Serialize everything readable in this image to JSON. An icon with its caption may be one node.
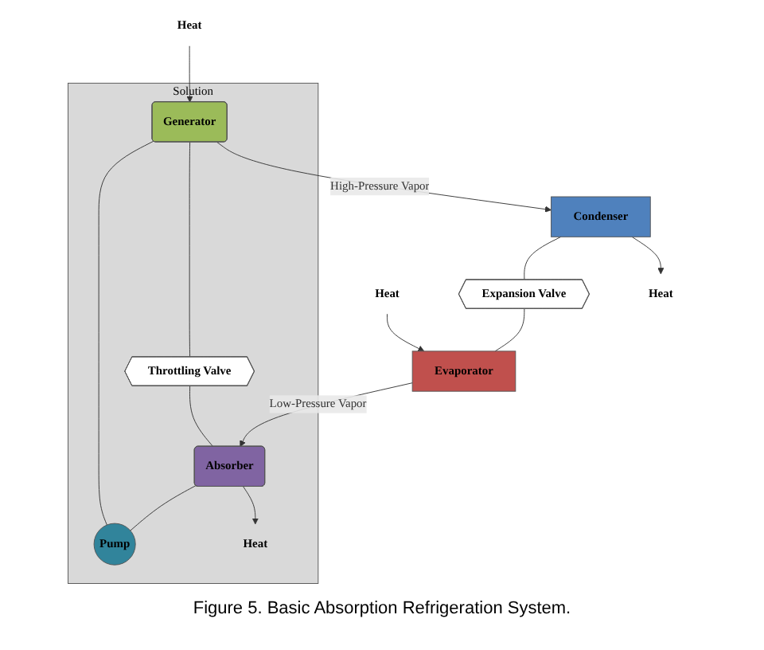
{
  "diagram": {
    "caption": "Figure 5. Basic Absorption Refrigeration System.",
    "nodes": [
      {
        "text": [
          "Solution"
        ]
      },
      {
        "text": [
          "Generator"
        ],
        "in": 0
      },
      {
        "text": [
          "Absorber"
        ],
        "in": 0
      },
      {
        "text": [
          "Pump"
        ],
        "in": 0
      },
      {
        "text": [
          "Throttling Valve"
        ],
        "in": 0
      },
      {
        "text": [
          "Heat"
        ],
        "in": 0
      },
      {
        "text": [
          "Heat"
        ]
      },
      {
        "text": [
          "Condenser"
        ]
      },
      {
        "text": [
          "Expansion Valve"
        ]
      },
      {
        "text": [
          "Evaporator"
        ]
      },
      {
        "text": [
          "Heat"
        ]
      },
      {
        "text": [
          "Heat"
        ]
      }
    ],
    "edges": [
      {
        "from": 1,
        "to": 7,
        "arrow": "to",
        "label": "High-Pressure Vapor"
      },
      {
        "from": 6,
        "to": 1,
        "arrow": "to"
      },
      {
        "from": 1,
        "to": 4,
        "arrow": "none"
      },
      {
        "from": 4,
        "to": 2,
        "arrow": "none"
      },
      {
        "from": 2,
        "to": 5,
        "arrow": "to"
      },
      {
        "from": 2,
        "to": 3,
        "arrow": "none"
      },
      {
        "from": 3,
        "to": 1,
        "arrow": "none"
      },
      {
        "from": 7,
        "to": 10,
        "arrow": "to"
      },
      {
        "from": 7,
        "to": 8,
        "arrow": "none"
      },
      {
        "from": 8,
        "to": 9,
        "arrow": "none"
      },
      {
        "from": 9,
        "to": 2,
        "arrow": "to",
        "label": "Low-Pressure Vapor"
      },
      {
        "from": 11,
        "to": 9,
        "arrow": "to"
      }
    ]
  }
}
